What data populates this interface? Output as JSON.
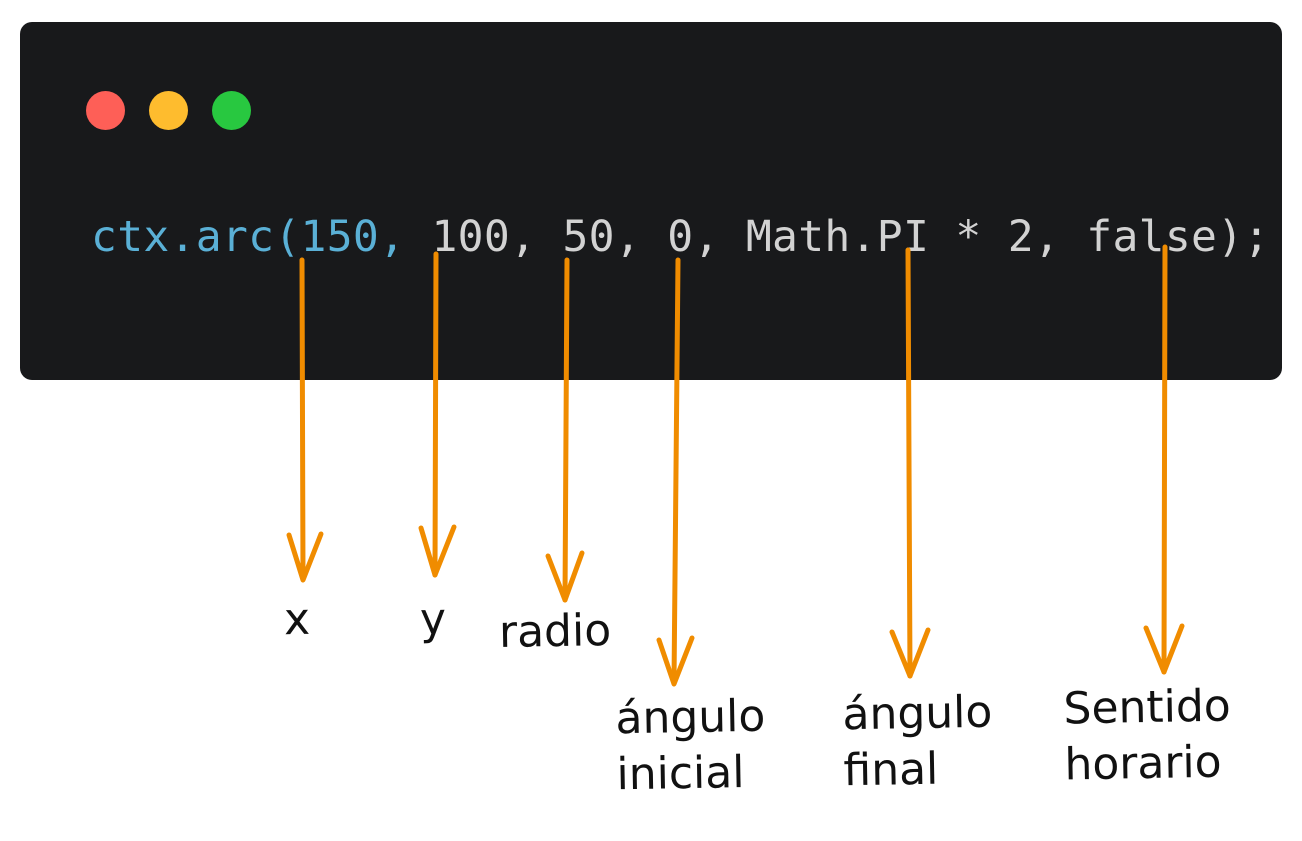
{
  "window": {
    "controls": [
      {
        "name": "close",
        "color": "#fe5f57"
      },
      {
        "name": "minimize",
        "color": "#febc2e"
      },
      {
        "name": "maximize",
        "color": "#28c840"
      }
    ]
  },
  "code": {
    "func": "ctx.arc(",
    "args": [
      {
        "text": "150",
        "sep": ", ",
        "color": "blue"
      },
      {
        "text": "100",
        "sep": ", ",
        "color": "gray"
      },
      {
        "text": "50",
        "sep": ", ",
        "color": "gray"
      },
      {
        "text": "0",
        "sep": ", ",
        "color": "gray"
      },
      {
        "text": "Math.PI * 2",
        "sep": ", ",
        "color": "gray"
      },
      {
        "text": "false",
        "sep": ");",
        "color": "gray"
      }
    ]
  },
  "annotations": {
    "color": "#f08c00",
    "labels": [
      {
        "line1": "x",
        "line2": ""
      },
      {
        "line1": "y",
        "line2": ""
      },
      {
        "line1": "radio",
        "line2": ""
      },
      {
        "line1": "ángulo",
        "line2": "inicial"
      },
      {
        "line1": "ángulo",
        "line2": "final"
      },
      {
        "line1": "Sentido",
        "line2": "horario"
      }
    ]
  }
}
